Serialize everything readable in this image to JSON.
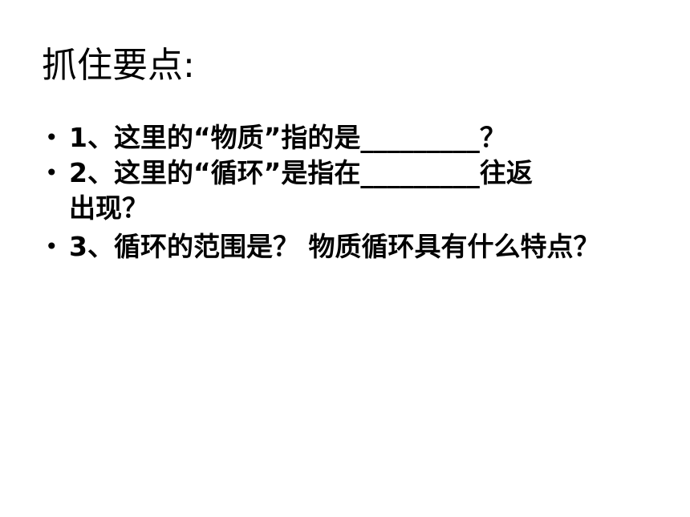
{
  "slide": {
    "title": "抓住要点:",
    "bullets": [
      {
        "marker": "•",
        "text": "1、这里的“物质”指的是_________？"
      },
      {
        "marker": "•",
        "text_line1": "2、这里的“循环”是指在_________往返",
        "text_line2": "出现？"
      },
      {
        "marker": "•",
        "text": "3、循环的范围是？ 物质循环具有什么特点？"
      }
    ]
  }
}
